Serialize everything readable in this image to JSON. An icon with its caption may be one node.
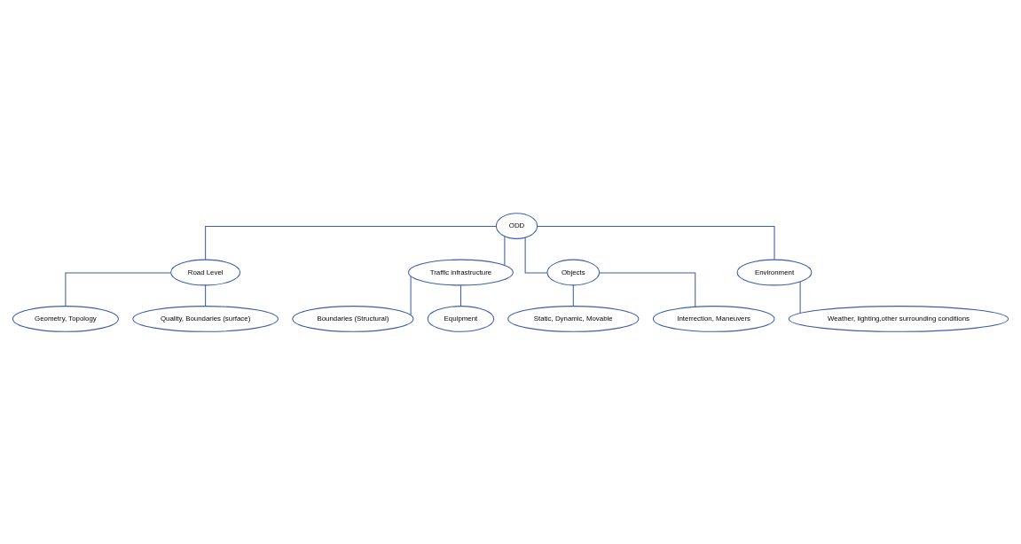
{
  "diagram": {
    "nodes": [
      {
        "text": [
          "ODD"
        ]
      },
      {
        "text": [
          "Road Level"
        ]
      },
      {
        "text": [
          "Traffic infrastructure"
        ]
      },
      {
        "text": [
          "Objects"
        ]
      },
      {
        "text": [
          "Environment"
        ]
      },
      {
        "text": [
          "Geometry, Topology"
        ]
      },
      {
        "text": [
          "Quality, Boundaries (surface)"
        ]
      },
      {
        "text": [
          "Boundaries (Structural)"
        ]
      },
      {
        "text": [
          "Equipment"
        ]
      },
      {
        "text": [
          "Static, Dynamic, Movable"
        ]
      },
      {
        "text": [
          "Interrection, Maneuvers"
        ]
      },
      {
        "text": [
          "Weather, lighting,other surrounding conditions"
        ]
      }
    ],
    "edges": [
      {
        "from": 0,
        "to": 1,
        "arrow": "none"
      },
      {
        "from": 0,
        "to": 2,
        "arrow": "none"
      },
      {
        "from": 0,
        "to": 3,
        "arrow": "none"
      },
      {
        "from": 0,
        "to": 4,
        "arrow": "none"
      },
      {
        "from": 1,
        "to": 5,
        "arrow": "none"
      },
      {
        "from": 1,
        "to": 6,
        "arrow": "none"
      },
      {
        "from": 2,
        "to": 7,
        "arrow": "none"
      },
      {
        "from": 2,
        "to": 8,
        "arrow": "none"
      },
      {
        "from": 3,
        "to": 9,
        "arrow": "none"
      },
      {
        "from": 3,
        "to": 10,
        "arrow": "none"
      },
      {
        "from": 4,
        "to": 11,
        "arrow": "none"
      }
    ]
  }
}
